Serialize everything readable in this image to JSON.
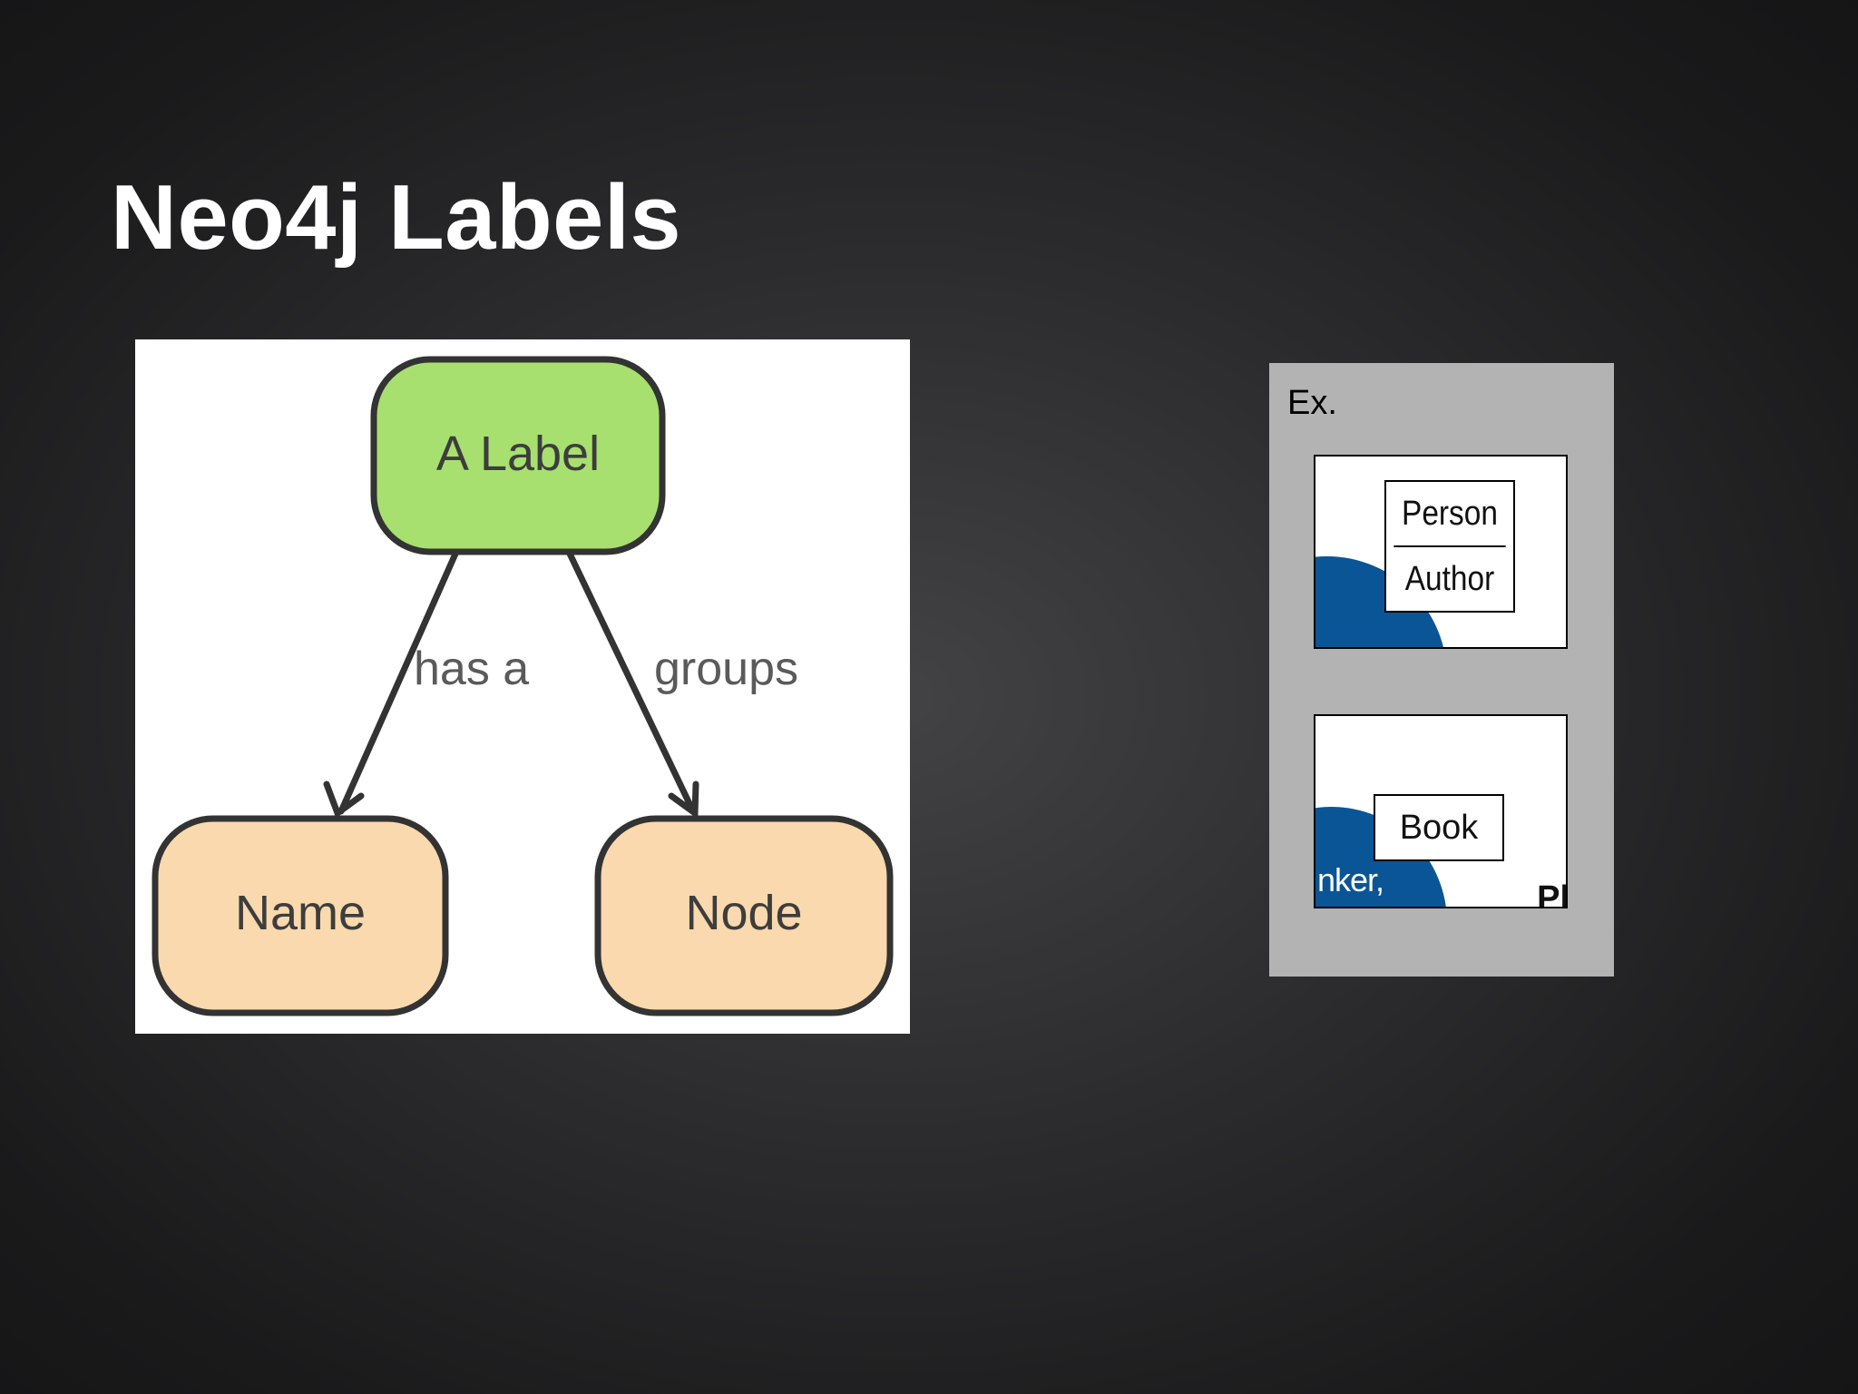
{
  "slide": {
    "title": "Neo4j Labels"
  },
  "diagram": {
    "nodes": {
      "label": {
        "text": "A Label",
        "fill": "#a7e06f"
      },
      "name": {
        "text": "Name",
        "fill": "#f9d9ad"
      },
      "node": {
        "text": "Node",
        "fill": "#f9d9ad"
      }
    },
    "edges": {
      "has_a": {
        "text": "has a"
      },
      "groups": {
        "text": "groups"
      }
    },
    "stroke_color": "#333333"
  },
  "example": {
    "label": "Ex.",
    "card1": {
      "labels": [
        "Person",
        "Author"
      ]
    },
    "card2": {
      "label": "Book",
      "text_fragment": "nker,",
      "corner_fragment": "Pl"
    },
    "circle_color": "#0a5596"
  }
}
